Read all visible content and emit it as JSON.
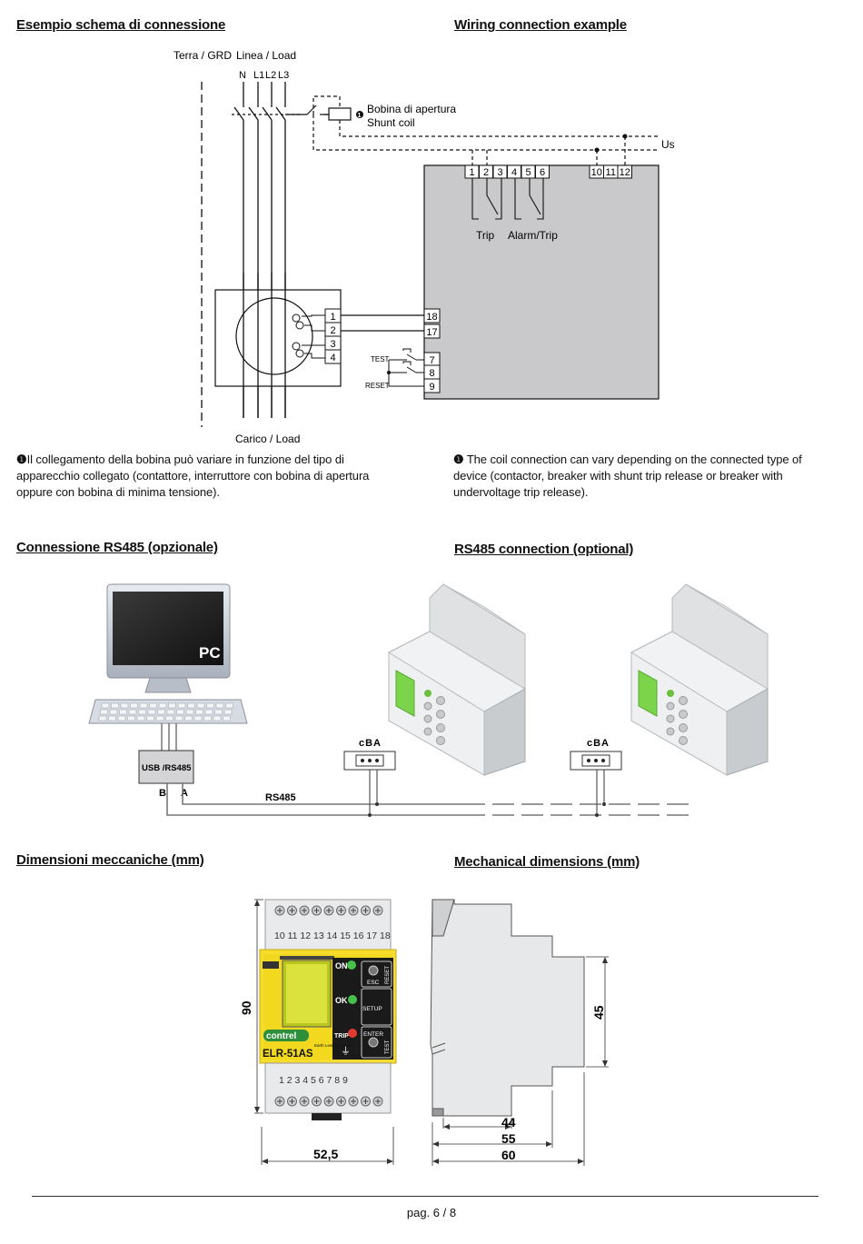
{
  "sections": {
    "wiring": {
      "title_it": "Esempio schema di connessione",
      "title_en": "Wiring connection example"
    },
    "rs485": {
      "title_it": "Connessione RS485 (opzionale)",
      "title_en": "RS485 connection (optional)"
    },
    "dimensions": {
      "title_it": "Dimensioni meccaniche (mm)",
      "title_en": "Mechanical dimensions (mm)"
    }
  },
  "wiring_diagram": {
    "label_ground": "Terra / GRD",
    "label_line": "Linea / Load",
    "label_n": "N",
    "label_l1": "L1",
    "label_l2": "L2",
    "label_l3": "L3",
    "label_coil_it": "Bobina di apertura",
    "label_coil_en": "Shunt coil",
    "label_us": "Us",
    "terminals_top": [
      "1",
      "2",
      "3",
      "4",
      "5",
      "6"
    ],
    "terminals_top_right": [
      "10",
      "11",
      "12"
    ],
    "label_trip": "Trip",
    "label_alarm_trip": "Alarm/Trip",
    "terminals_right": [
      "18",
      "17",
      "7",
      "8",
      "9"
    ],
    "ct_terminals": [
      "1",
      "2",
      "3",
      "4"
    ],
    "label_test": "TEST",
    "label_reset": "RESET",
    "label_load": "Carico / Load"
  },
  "notes": {
    "it_mark": "❶",
    "it_text": "Il collegamento della bobina può variare in funzione del tipo di apparecchio collegato (contattore, interruttore con bobina di apertura oppure con bobina di minima tensione).",
    "en_mark": "❶",
    "en_text": " The coil connection can vary depending on the connected type of device (contactor, breaker with shunt trip release or breaker with undervoltage trip release)."
  },
  "rs485_diagram": {
    "pc_label": "PC",
    "converter_label": "USB /RS485",
    "b_label": "B",
    "a_label": "A",
    "bus_label": "RS485",
    "connector1_label": "cBA",
    "connector2_label": "cBA"
  },
  "front_view": {
    "top_terminals": "10 11 12 13 14 15 16 17 18",
    "bottom_terminals": "1 2 3 4 5 6 7 8 9",
    "on_label": "ON",
    "ok_label": "OK",
    "trip_label": "TRIP",
    "esc_label": "ESC",
    "reset_label": "RESET",
    "setup_label": "SETUP",
    "enter_label": "ENTER",
    "test_label": "TEST",
    "brand": "contrel",
    "model": "ELR-51AS",
    "subtitle": "Earth Leakage Relay",
    "dim_height": "90",
    "dim_width": "52,5"
  },
  "side_view": {
    "dim_45": "45",
    "dim_44": "44",
    "dim_55": "55",
    "dim_60": "60"
  },
  "footer": {
    "page": "pag. 6 / 8"
  }
}
